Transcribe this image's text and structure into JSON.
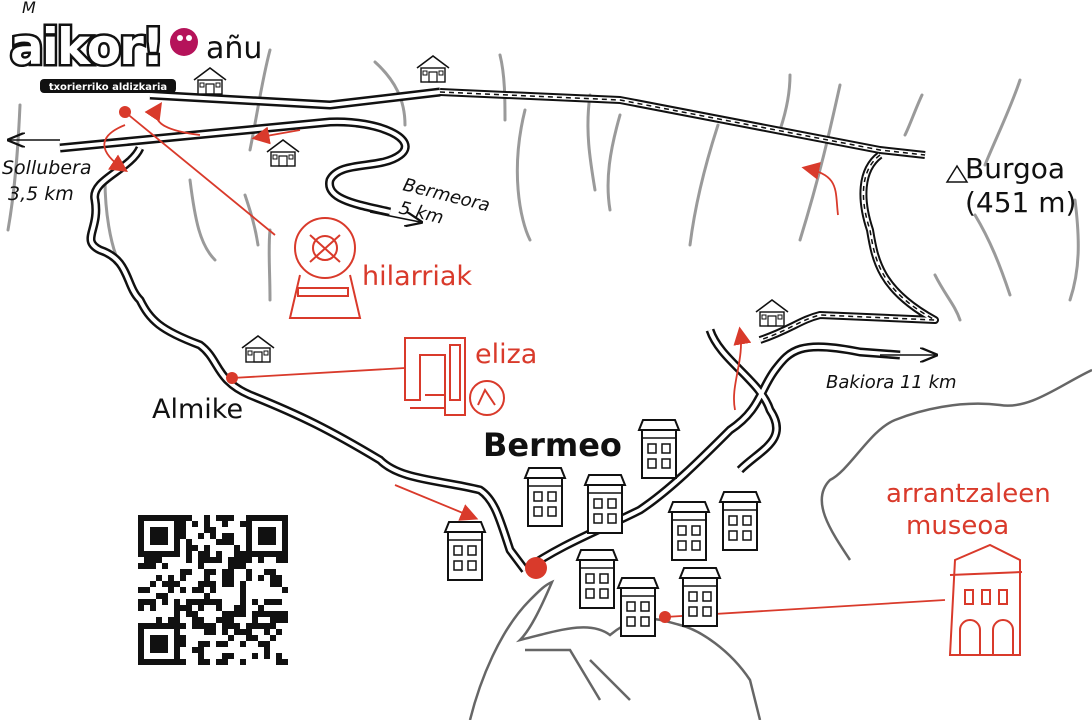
{
  "logo": {
    "name": "aikor!",
    "tagline": "txorierriko aldizkaria"
  },
  "colors": {
    "accent": "#d93a2b",
    "logo": "#b5135a",
    "road": "#111111",
    "terrain": "#9a9a9a",
    "coast": "#666666"
  },
  "places": {
    "manu": {
      "prefix": "M",
      "suffix": "añu"
    },
    "sollubera": {
      "name": "Sollubera",
      "distance": "3,5 km"
    },
    "bermeora": {
      "name": "Bermeora",
      "distance": "5 km"
    },
    "burgoa": {
      "name": "Burgoa",
      "height": "(451 m)"
    },
    "almike": {
      "name": "Almike"
    },
    "bermeo": {
      "name": "Bermeo"
    },
    "bakiora": {
      "name": "Bakiora 11 km"
    }
  },
  "landmarks": {
    "hilarriak": "hilarriak",
    "eliza": "eliza",
    "museoa_line1": "arrantzaleen",
    "museoa_line2": "museoa"
  },
  "icons": [
    "farmhouse-icon",
    "town-house-icon",
    "qr-code",
    "summit-triangle-icon",
    "gravestone-icon",
    "church-icon",
    "museum-tower-icon"
  ]
}
